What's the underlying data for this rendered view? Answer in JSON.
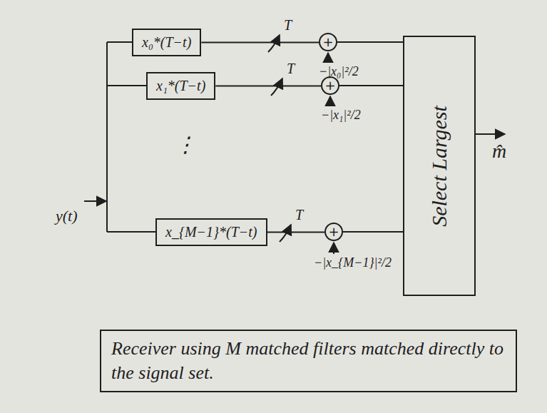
{
  "diagram": {
    "nodes": [
      {
        "text": [
          "x₀*(T−t)"
        ]
      },
      {
        "text": [
          "+"
        ]
      },
      {
        "text": [
          "x₁*(T−t)"
        ]
      },
      {
        "text": [
          "+"
        ]
      },
      {
        "text": [
          "x_{M−1}*(T−t)"
        ]
      },
      {
        "text": [
          "+"
        ]
      },
      {
        "text": [
          "Select Largest"
        ]
      },
      {
        "text": [
          "Receiver using M matched filters matched directly to the signal set."
        ]
      }
    ],
    "edges": [
      {
        "from": 0,
        "to": 1,
        "arrow": "none"
      },
      {
        "from": 2,
        "to": 3,
        "arrow": "none"
      },
      {
        "from": 4,
        "to": 5,
        "arrow": "none"
      },
      {
        "from": 1,
        "to": 6,
        "arrow": "none"
      },
      {
        "from": 3,
        "to": 6,
        "arrow": "none"
      },
      {
        "from": 5,
        "to": 6,
        "arrow": "none"
      }
    ],
    "labels": [
      "T",
      "−|x₀|²/2",
      "T",
      "−|x₁|²/2",
      "⋮",
      "T",
      "−|x_{M−1}|²/2",
      "y(t)",
      "m̂"
    ]
  }
}
